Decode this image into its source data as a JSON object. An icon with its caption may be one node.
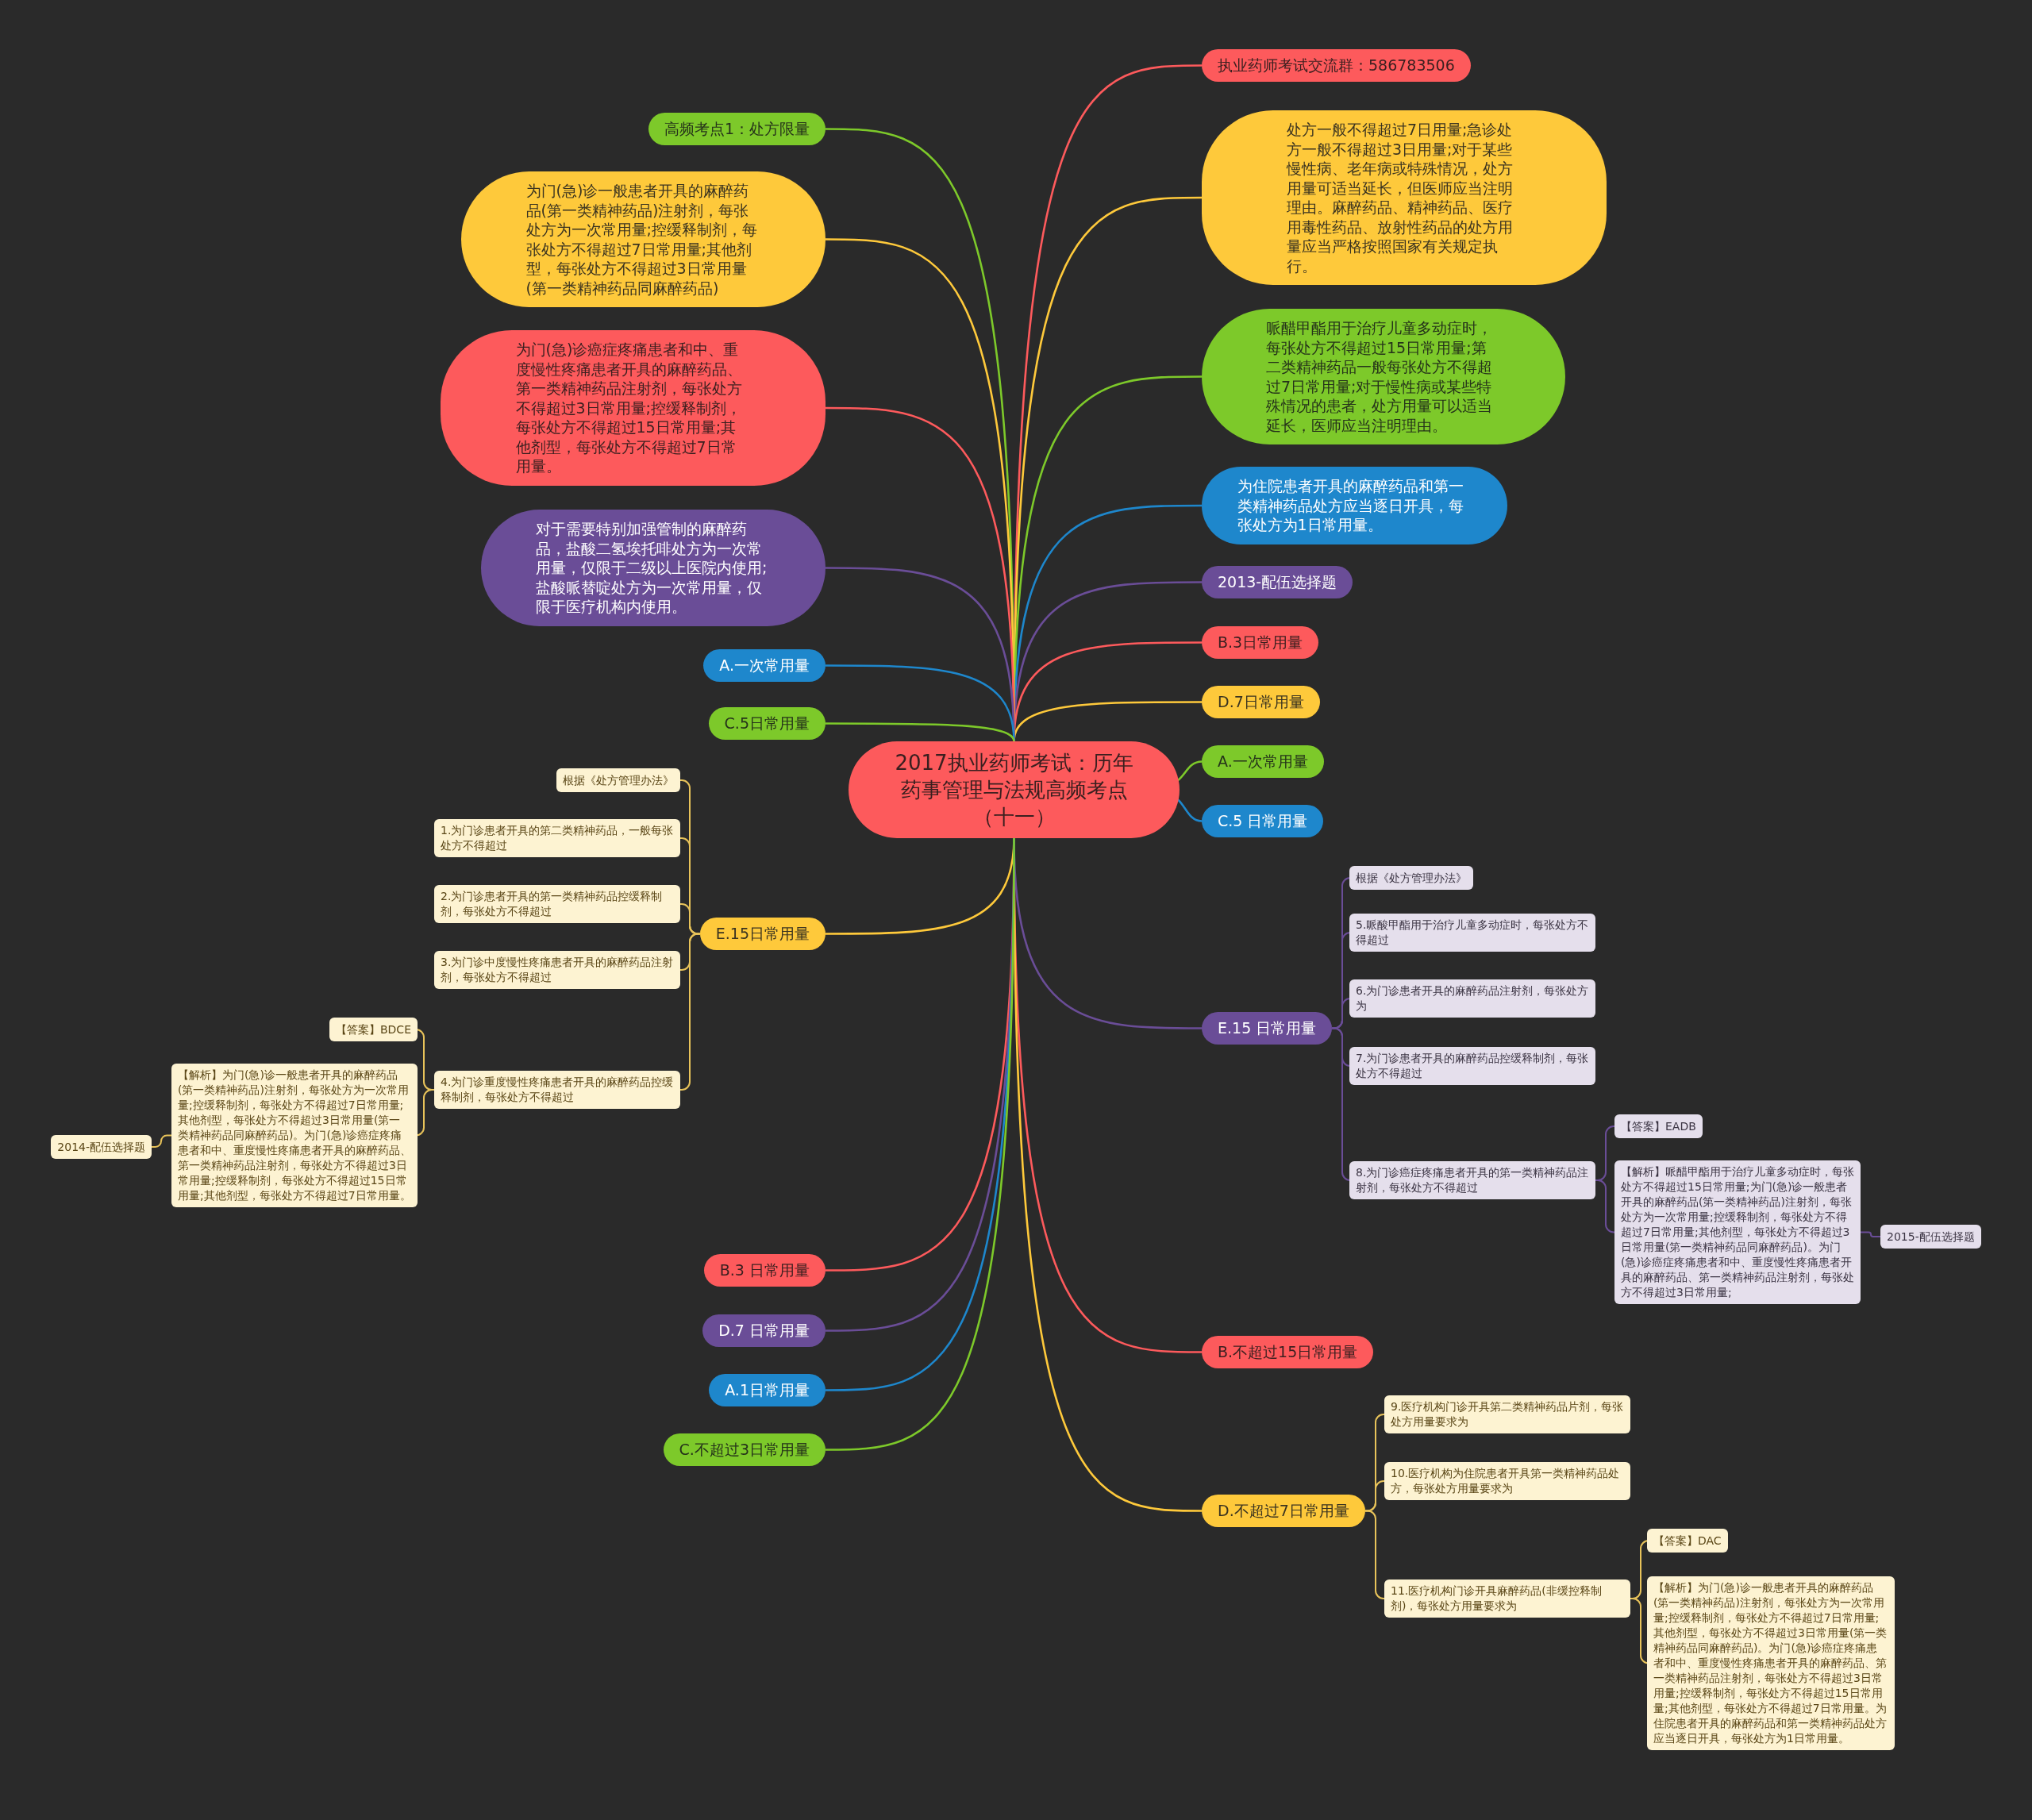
{
  "diagram": {
    "nodes": [
      {
        "text": [
          "2017执业药师考试：历年药事管理与法规高频考点（十一）"
        ]
      },
      {
        "text": [
          "执业药师考试交流群：586783506"
        ]
      },
      {
        "text": [
          "处方一般不得超过7日用量;急诊处方一般不得超过3日用量;对于某些慢性病、老年病或特殊情况，处方用量可适当延长，但医师应当注明理由。麻醉药品、精神药品、医疗用毒性药品、放射性药品的处方用量应当严格按照国家有关规定执行。"
        ]
      },
      {
        "text": [
          "哌醋甲酯用于治疗儿童多动症时，每张处方不得超过15日常用量;第二类精神药品一般每张处方不得超过7日常用量;对于慢性病或某些特殊情况的患者，处方用量可以适当延长，医师应当注明理由。"
        ]
      },
      {
        "text": [
          "为住院患者开具的麻醉药品和第一类精神药品处方应当逐日开具，每张处方为1日常用量。"
        ]
      },
      {
        "text": [
          "2013-配伍选择题"
        ]
      },
      {
        "text": [
          "B.3日常用量"
        ]
      },
      {
        "text": [
          "D.7日常用量"
        ]
      },
      {
        "text": [
          "A.一次常用量"
        ]
      },
      {
        "text": [
          "C.5 日常用量"
        ]
      },
      {
        "text": [
          "E.15 日常用量"
        ]
      },
      {
        "text": [
          "根据《处方管理办法》"
        ]
      },
      {
        "text": [
          "5.哌酸甲酯用于治疗儿童多动症时，每张处方不得超过"
        ]
      },
      {
        "text": [
          "6.为门诊患者开具的麻醉药品注射剂，每张处方为"
        ]
      },
      {
        "text": [
          "7.为门诊患者开具的麻醉药品控缓释制剂，每张处方不得超过"
        ]
      },
      {
        "text": [
          "8.为门诊癌症疼痛患者开具的第一类精神药品注射剂，每张处方不得超过"
        ]
      },
      {
        "text": [
          "【答案】EADB"
        ]
      },
      {
        "text": [
          "【解析】哌醋甲酯用于治疗儿童多动症时，每张处方不得超过15日常用量;为门(急)诊一般患者开具的麻醉药品(第一类精神药品)注射剂，每张处方为一次常用量;控缓释制剂，每张处方不得超过7日常用量;其他剂型，每张处方不得超过3日常用量(第一类精神药品同麻醉药品)。为门(急)诊癌症疼痛患者和中、重度慢性疼痛患者开具的麻醉药品、第一类精神药品注射剂，每张处方不得超过3日常用量;"
        ]
      },
      {
        "text": [
          "2015-配伍选择题"
        ]
      },
      {
        "text": [
          "B.不超过15日常用量"
        ]
      },
      {
        "text": [
          "D.不超过7日常用量"
        ]
      },
      {
        "text": [
          "9.医疗机构门诊开具第二类精神药品片剂，每张处方用量要求为"
        ]
      },
      {
        "text": [
          "10.医疗机构为住院患者开具第一类精神药品处方，每张处方用量要求为"
        ]
      },
      {
        "text": [
          "11.医疗机构门诊开具麻醉药品(非缓控释制剂)，每张处方用量要求为"
        ]
      },
      {
        "text": [
          "【答案】DAC"
        ]
      },
      {
        "text": [
          "【解析】为门(急)诊一般患者开具的麻醉药品(第一类精神药品)注射剂，每张处方为一次常用量;控缓释制剂，每张处方不得超过7日常用量;其他剂型，每张处方不得超过3日常用量(第一类精神药品同麻醉药品)。为门(急)诊癌症疼痛患者和中、重度慢性疼痛患者开具的麻醉药品、第一类精神药品注射剂，每张处方不得超过3日常用量;控缓释制剂，每张处方不得超过15日常用量;其他剂型，每张处方不得超过7日常用量。为住院患者开具的麻醉药品和第一类精神药品处方应当逐日开具，每张处方为1日常用量。"
        ]
      },
      {
        "text": [
          "高频考点1：处方限量"
        ]
      },
      {
        "text": [
          "为门(急)诊一般患者开具的麻醉药品(第一类精神药品)注射剂，每张处方为一次常用量;控缓释制剂，每张处方不得超过7日常用量;其他剂型，每张处方不得超过3日常用量(第一类精神药品同麻醉药品)"
        ]
      },
      {
        "text": [
          "为门(急)诊癌症疼痛患者和中、重度慢性疼痛患者开具的麻醉药品、第一类精神药品注射剂，每张处方不得超过3日常用量;控缓释制剂，每张处方不得超过15日常用量;其他剂型，每张处方不得超过7日常用量。"
        ]
      },
      {
        "text": [
          "对于需要特别加强管制的麻醉药品，盐酸二氢埃托啡处方为一次常用量，仅限于二级以上医院内使用;盐酸哌替啶处方为一次常用量，仅限于医疗机构内使用。"
        ]
      },
      {
        "text": [
          "A.一次常用量"
        ]
      },
      {
        "text": [
          "C.5日常用量"
        ]
      },
      {
        "text": [
          "E.15日常用量"
        ]
      },
      {
        "text": [
          "根据《处方管理办法》"
        ]
      },
      {
        "text": [
          "1.为门诊患者开具的第二类精神药品，一般每张处方不得超过"
        ]
      },
      {
        "text": [
          "2.为门诊患者开具的第一类精神药品控缓释制剂，每张处方不得超过"
        ]
      },
      {
        "text": [
          "3.为门诊中度慢性疼痛患者开具的麻醉药品注射剂，每张处方不得超过"
        ]
      },
      {
        "text": [
          "4.为门诊重度慢性疼痛患者开具的麻醉药品控缓释制剂，每张处方不得超过"
        ]
      },
      {
        "text": [
          "【答案】BDCE"
        ]
      },
      {
        "text": [
          "【解析】为门(急)诊一般患者开具的麻醉药品(第一类精神药品)注射剂，每张处方为一次常用量;控缓释制剂，每张处方不得超过7日常用量;其他剂型，每张处方不得超过3日常用量(第一类精神药品同麻醉药品)。为门(急)诊癌症疼痛患者和中、重度慢性疼痛患者开具的麻醉药品、第一类精神药品注射剂，每张处方不得超过3日常用量;控缓释制剂，每张处方不得超过15日常用量;其他剂型，每张处方不得超过7日常用量。"
        ]
      },
      {
        "text": [
          "2014-配伍选择题"
        ]
      },
      {
        "text": [
          "B.3 日常用量"
        ]
      },
      {
        "text": [
          "D.7 日常用量"
        ]
      },
      {
        "text": [
          "A.1日常用量"
        ]
      },
      {
        "text": [
          "C.不超过3日常用量"
        ]
      }
    ],
    "edges": [
      {
        "from": 0,
        "to": 1,
        "arrow": "none",
        "color": "#fd5a5c"
      },
      {
        "from": 0,
        "to": 2,
        "arrow": "none",
        "color": "#fec93b"
      },
      {
        "from": 0,
        "to": 3,
        "arrow": "none",
        "color": "#7dc92a"
      },
      {
        "from": 0,
        "to": 4,
        "arrow": "none",
        "color": "#1e87cc"
      },
      {
        "from": 0,
        "to": 5,
        "arrow": "none",
        "color": "#6a4d97"
      },
      {
        "from": 0,
        "to": 6,
        "arrow": "none",
        "color": "#fd5a5c"
      },
      {
        "from": 0,
        "to": 7,
        "arrow": "none",
        "color": "#fec93b"
      },
      {
        "from": 0,
        "to": 8,
        "arrow": "none",
        "color": "#7dc92a"
      },
      {
        "from": 0,
        "to": 9,
        "arrow": "none",
        "color": "#1e87cc"
      },
      {
        "from": 0,
        "to": 10,
        "arrow": "none",
        "color": "#6a4d97"
      },
      {
        "from": 10,
        "to": 11,
        "arrow": "none",
        "color": "#6a4d97"
      },
      {
        "from": 10,
        "to": 12,
        "arrow": "none",
        "color": "#6a4d97"
      },
      {
        "from": 10,
        "to": 13,
        "arrow": "none",
        "color": "#6a4d97"
      },
      {
        "from": 10,
        "to": 14,
        "arrow": "none",
        "color": "#6a4d97"
      },
      {
        "from": 10,
        "to": 15,
        "arrow": "none",
        "color": "#6a4d97"
      },
      {
        "from": 15,
        "to": 16,
        "arrow": "none",
        "color": "#6a4d97"
      },
      {
        "from": 15,
        "to": 17,
        "arrow": "none",
        "color": "#6a4d97"
      },
      {
        "from": 17,
        "to": 18,
        "arrow": "none",
        "color": "#6a4d97"
      },
      {
        "from": 0,
        "to": 19,
        "arrow": "none",
        "color": "#fd5a5c"
      },
      {
        "from": 0,
        "to": 20,
        "arrow": "none",
        "color": "#fec93b"
      },
      {
        "from": 20,
        "to": 21,
        "arrow": "none",
        "color": "#e8c35a"
      },
      {
        "from": 20,
        "to": 22,
        "arrow": "none",
        "color": "#e8c35a"
      },
      {
        "from": 20,
        "to": 23,
        "arrow": "none",
        "color": "#e8c35a"
      },
      {
        "from": 23,
        "to": 24,
        "arrow": "none",
        "color": "#e8c35a"
      },
      {
        "from": 23,
        "to": 25,
        "arrow": "none",
        "color": "#e8c35a"
      },
      {
        "from": 0,
        "to": 26,
        "arrow": "none",
        "color": "#7dc92a"
      },
      {
        "from": 0,
        "to": 27,
        "arrow": "none",
        "color": "#fec93b"
      },
      {
        "from": 0,
        "to": 28,
        "arrow": "none",
        "color": "#fd5a5c"
      },
      {
        "from": 0,
        "to": 29,
        "arrow": "none",
        "color": "#6a4d97"
      },
      {
        "from": 0,
        "to": 30,
        "arrow": "none",
        "color": "#1e87cc"
      },
      {
        "from": 0,
        "to": 31,
        "arrow": "none",
        "color": "#7dc92a"
      },
      {
        "from": 0,
        "to": 32,
        "arrow": "none",
        "color": "#fec93b"
      },
      {
        "from": 32,
        "to": 33,
        "arrow": "none",
        "color": "#e8c35a"
      },
      {
        "from": 32,
        "to": 34,
        "arrow": "none",
        "color": "#e8c35a"
      },
      {
        "from": 32,
        "to": 35,
        "arrow": "none",
        "color": "#e8c35a"
      },
      {
        "from": 32,
        "to": 36,
        "arrow": "none",
        "color": "#e8c35a"
      },
      {
        "from": 32,
        "to": 37,
        "arrow": "none",
        "color": "#e8c35a"
      },
      {
        "from": 37,
        "to": 38,
        "arrow": "none",
        "color": "#e8c35a"
      },
      {
        "from": 37,
        "to": 39,
        "arrow": "none",
        "color": "#e8c35a"
      },
      {
        "from": 39,
        "to": 40,
        "arrow": "none",
        "color": "#e8c35a"
      },
      {
        "from": 0,
        "to": 41,
        "arrow": "none",
        "color": "#fd5a5c"
      },
      {
        "from": 0,
        "to": 42,
        "arrow": "none",
        "color": "#6a4d97"
      },
      {
        "from": 0,
        "to": 43,
        "arrow": "none",
        "color": "#1e87cc"
      },
      {
        "from": 0,
        "to": 44,
        "arrow": "none",
        "color": "#7dc92a"
      }
    ]
  }
}
